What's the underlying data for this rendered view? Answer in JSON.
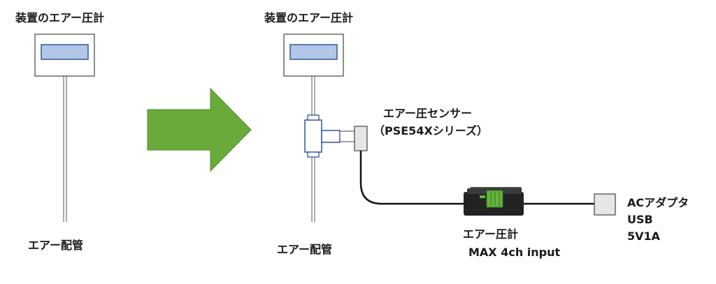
{
  "before": {
    "gauge_label": "装置のエアー圧計",
    "pipe_label": "エアー配管"
  },
  "after": {
    "gauge_label": "装置のエアー圧計",
    "pipe_label": "エアー配管",
    "sensor": {
      "label_line1": "エアー圧センサー",
      "label_line2": "（PSE54Xシリーズ）"
    },
    "meter": {
      "label_line1": "エアー圧計",
      "label_line2": "MAX 4ch input"
    },
    "adapter": {
      "label_line1": "ACアダプタ",
      "label_line2": "USB",
      "label_line3": "5V1A"
    }
  },
  "colors": {
    "arrow": "#6aaa3a",
    "arrow_stroke": "#4e8a2a",
    "display_fill": "#b4c6e7",
    "display_stroke": "#2f5597",
    "tee_stroke": "#2f5597",
    "device_body": "#222222",
    "terminal": "#63b33d",
    "adapter_fill": "#e6e6e6"
  }
}
